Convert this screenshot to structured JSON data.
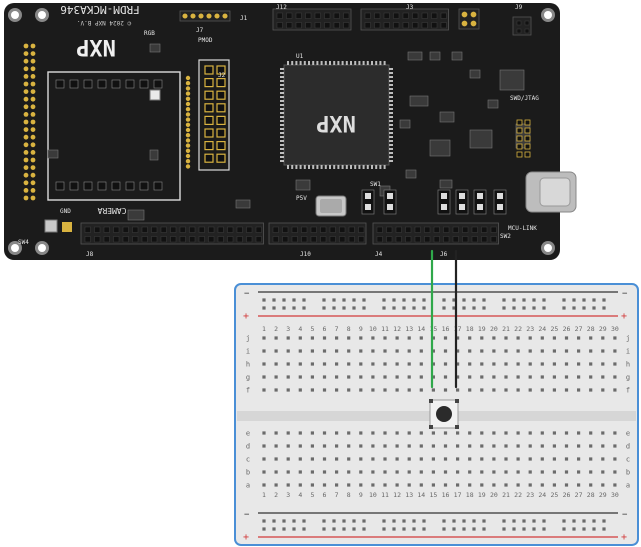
{
  "board": {
    "model": "FRDM-MCKA346",
    "vendor": "NXP",
    "copyright": "© 2024 NXP B.V.",
    "chip_logo": "NXP",
    "labels": {
      "camera": "CAMERA",
      "pmod": "PMOD",
      "gnd": "GND",
      "rgb": "RGB",
      "sw4": "SW4",
      "sw2": "SW2",
      "sw1": "SW1",
      "j1": "J1",
      "j2": "J2",
      "j3": "J3",
      "j4": "J4",
      "j6": "J6",
      "j7": "J7",
      "j8": "J8",
      "j9": "J9",
      "j10": "J10",
      "j12": "J12",
      "u1": "U1",
      "p5v": "P5V",
      "mcu_link": "MCU-LINK",
      "swd_jtag": "SWD/JTAG"
    },
    "colors": {
      "pcb": "#1b1b1b",
      "silk": "#e6e6e6",
      "gold": "#d9b340",
      "header": "#222222"
    }
  },
  "breadboard": {
    "row_letters_top": [
      "j",
      "i",
      "h",
      "g",
      "f"
    ],
    "row_letters_bottom": [
      "e",
      "d",
      "c",
      "b",
      "a"
    ],
    "columns": [
      "1",
      "2",
      "3",
      "4",
      "5",
      "6",
      "7",
      "8",
      "9",
      "10",
      "11",
      "12",
      "13",
      "14",
      "15",
      "16",
      "17",
      "18",
      "19",
      "20",
      "21",
      "22",
      "23",
      "24",
      "25",
      "26",
      "27",
      "28",
      "29",
      "30"
    ],
    "rail_plus": "+",
    "rail_minus": "−",
    "colors": {
      "body": "#e8e8e8",
      "border": "#4a8fd6",
      "red_rail": "#d23a3a",
      "blue_rail": "#333333",
      "hole": "#6b6b6b"
    }
  },
  "components": {
    "button": {
      "name": "push button"
    },
    "wires": [
      {
        "color": "#2fa84a"
      },
      {
        "color": "#222222"
      }
    ]
  }
}
